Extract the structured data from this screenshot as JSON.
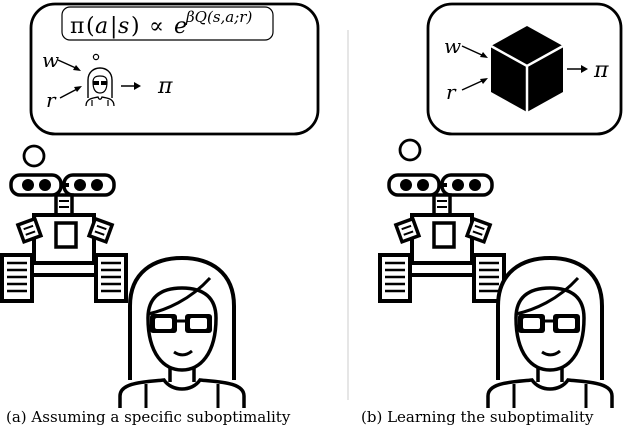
{
  "panel_a": {
    "formula": {
      "pi": "π",
      "paren_open": "(",
      "a": "a",
      "bar": "|",
      "s": "s",
      "paren_close": ")",
      "proportional": "∝",
      "e": "e",
      "exponent": "βQ(s,a;r)"
    },
    "input_w": "w",
    "input_r": "r",
    "output": "π",
    "person_icon": "woman-with-glasses-icon",
    "caption": "(a) Assuming a specific suboptimality"
  },
  "panel_b": {
    "input_w": "w",
    "input_r": "r",
    "output": "π",
    "blackbox_icon": "black-cube-icon",
    "caption": "(b) Learning the suboptimality"
  },
  "colors": {
    "ink": "#000000",
    "divider": "#cccccc",
    "background": "#ffffff"
  }
}
